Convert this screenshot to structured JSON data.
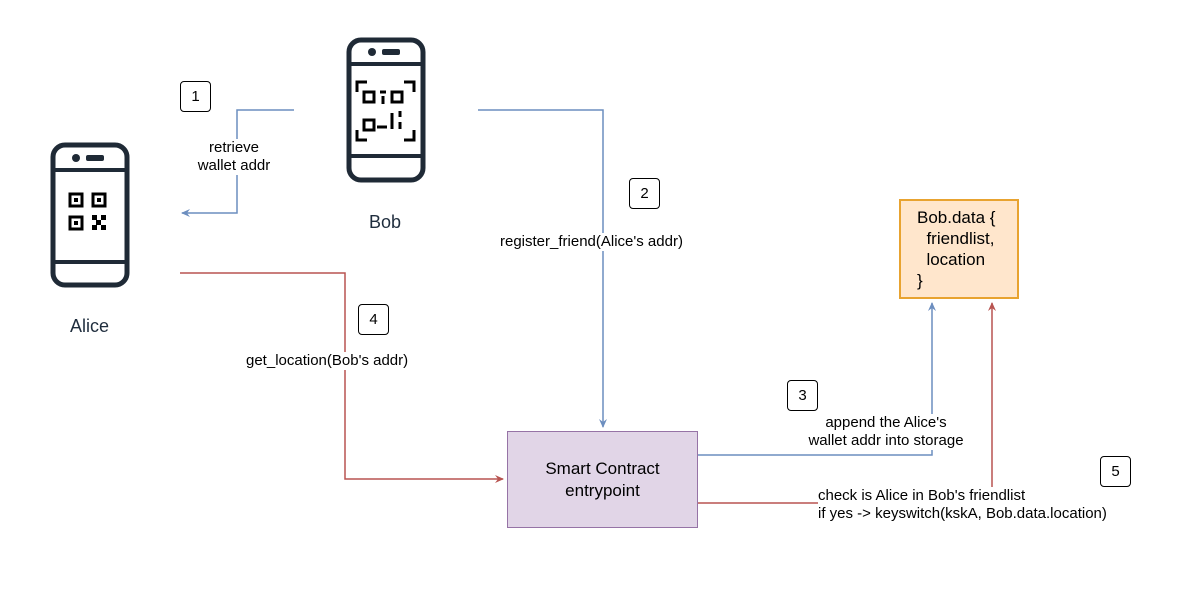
{
  "actors": {
    "alice": "Alice",
    "bob": "Bob"
  },
  "steps": [
    {
      "number": "1",
      "label_lines": [
        "retrieve",
        "wallet addr"
      ]
    },
    {
      "number": "2",
      "label_lines": [
        "register_friend(Alice's addr)"
      ]
    },
    {
      "number": "3",
      "label_lines": [
        "append the Alice's",
        "wallet addr into storage"
      ]
    },
    {
      "number": "4",
      "label_lines": [
        "get_location(Bob's addr)"
      ]
    },
    {
      "number": "5",
      "label_lines": [
        "check is Alice in Bob's friendlist",
        "if yes -> keyswitch(kskA, Bob.data.location)"
      ]
    }
  ],
  "contract": {
    "lines": [
      "Smart Contract",
      "entrypoint"
    ]
  },
  "storage": {
    "lines": [
      "Bob.data {",
      "  friendlist,",
      "  location",
      "}"
    ]
  },
  "icons": {
    "alice_device": "smartphone-qr-icon",
    "bob_device": "smartphone-qr-scanner-icon"
  },
  "colors": {
    "blue_arrow": "#6c8ebf",
    "red_arrow": "#b85450",
    "contract_fill": "#e1d5e7",
    "contract_border": "#9673a6",
    "storage_fill": "#ffe6cc",
    "storage_border": "#e8a330"
  }
}
